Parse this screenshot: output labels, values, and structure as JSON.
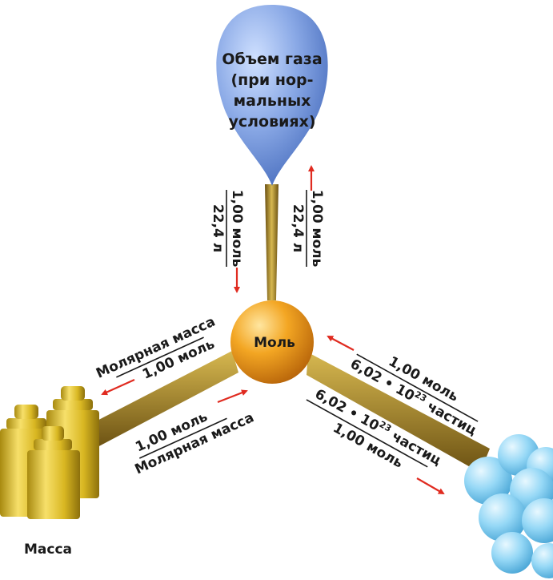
{
  "center": {
    "label": "Моль"
  },
  "gas": {
    "lines": [
      "Объем газа",
      "(при нор-",
      "мальных",
      "условиях)"
    ],
    "numerator": "1,00 моль",
    "denominator": "22,4 л",
    "numerator_up": "1,00 моль",
    "denominator_up": "22,4 л"
  },
  "mass": {
    "label": "Масса",
    "out_top": "Молярная масса",
    "out_bottom": "1,00 моль",
    "in_top": "1,00 моль",
    "in_bottom": "Молярная масса"
  },
  "particles": {
    "in_top": "1,00 моль",
    "in_bottom_prefix": "6,02 • 10",
    "in_bottom_exp": "23",
    "in_bottom_suffix": " частиц",
    "out_top_prefix": "6,02 • 10",
    "out_top_exp": "23",
    "out_top_suffix": " частиц",
    "out_bottom": "1,00 моль"
  },
  "colors": {
    "arrow": "#e02b20",
    "stick": "#9a7a1e",
    "sphere": "#f0a21c",
    "balloon": "#7f9fdc",
    "weights": "#e3c52a",
    "bubbles": "#8fd4f4"
  }
}
